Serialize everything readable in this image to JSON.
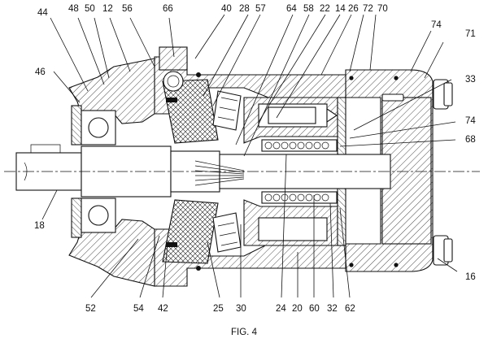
{
  "figure": {
    "caption": "FIG. 4",
    "reference_numerals": {
      "n44": "44",
      "n48": "48",
      "n50": "50",
      "n12": "12",
      "n56": "56",
      "n66": "66",
      "n40": "40",
      "n28": "28",
      "n57": "57",
      "n64": "64",
      "n58": "58",
      "n22": "22",
      "n26": "26",
      "n14": "14",
      "n72": "72",
      "n70": "70",
      "n74a": "74",
      "n71": "71",
      "n46": "46",
      "n33": "33",
      "n74b": "74",
      "n68": "68",
      "n18": "18",
      "n16": "16",
      "n52": "52",
      "n54": "54",
      "n42": "42",
      "n25": "25",
      "n30": "30",
      "n24": "24",
      "n20": "20",
      "n60": "60",
      "n32": "32",
      "n62": "62"
    }
  }
}
